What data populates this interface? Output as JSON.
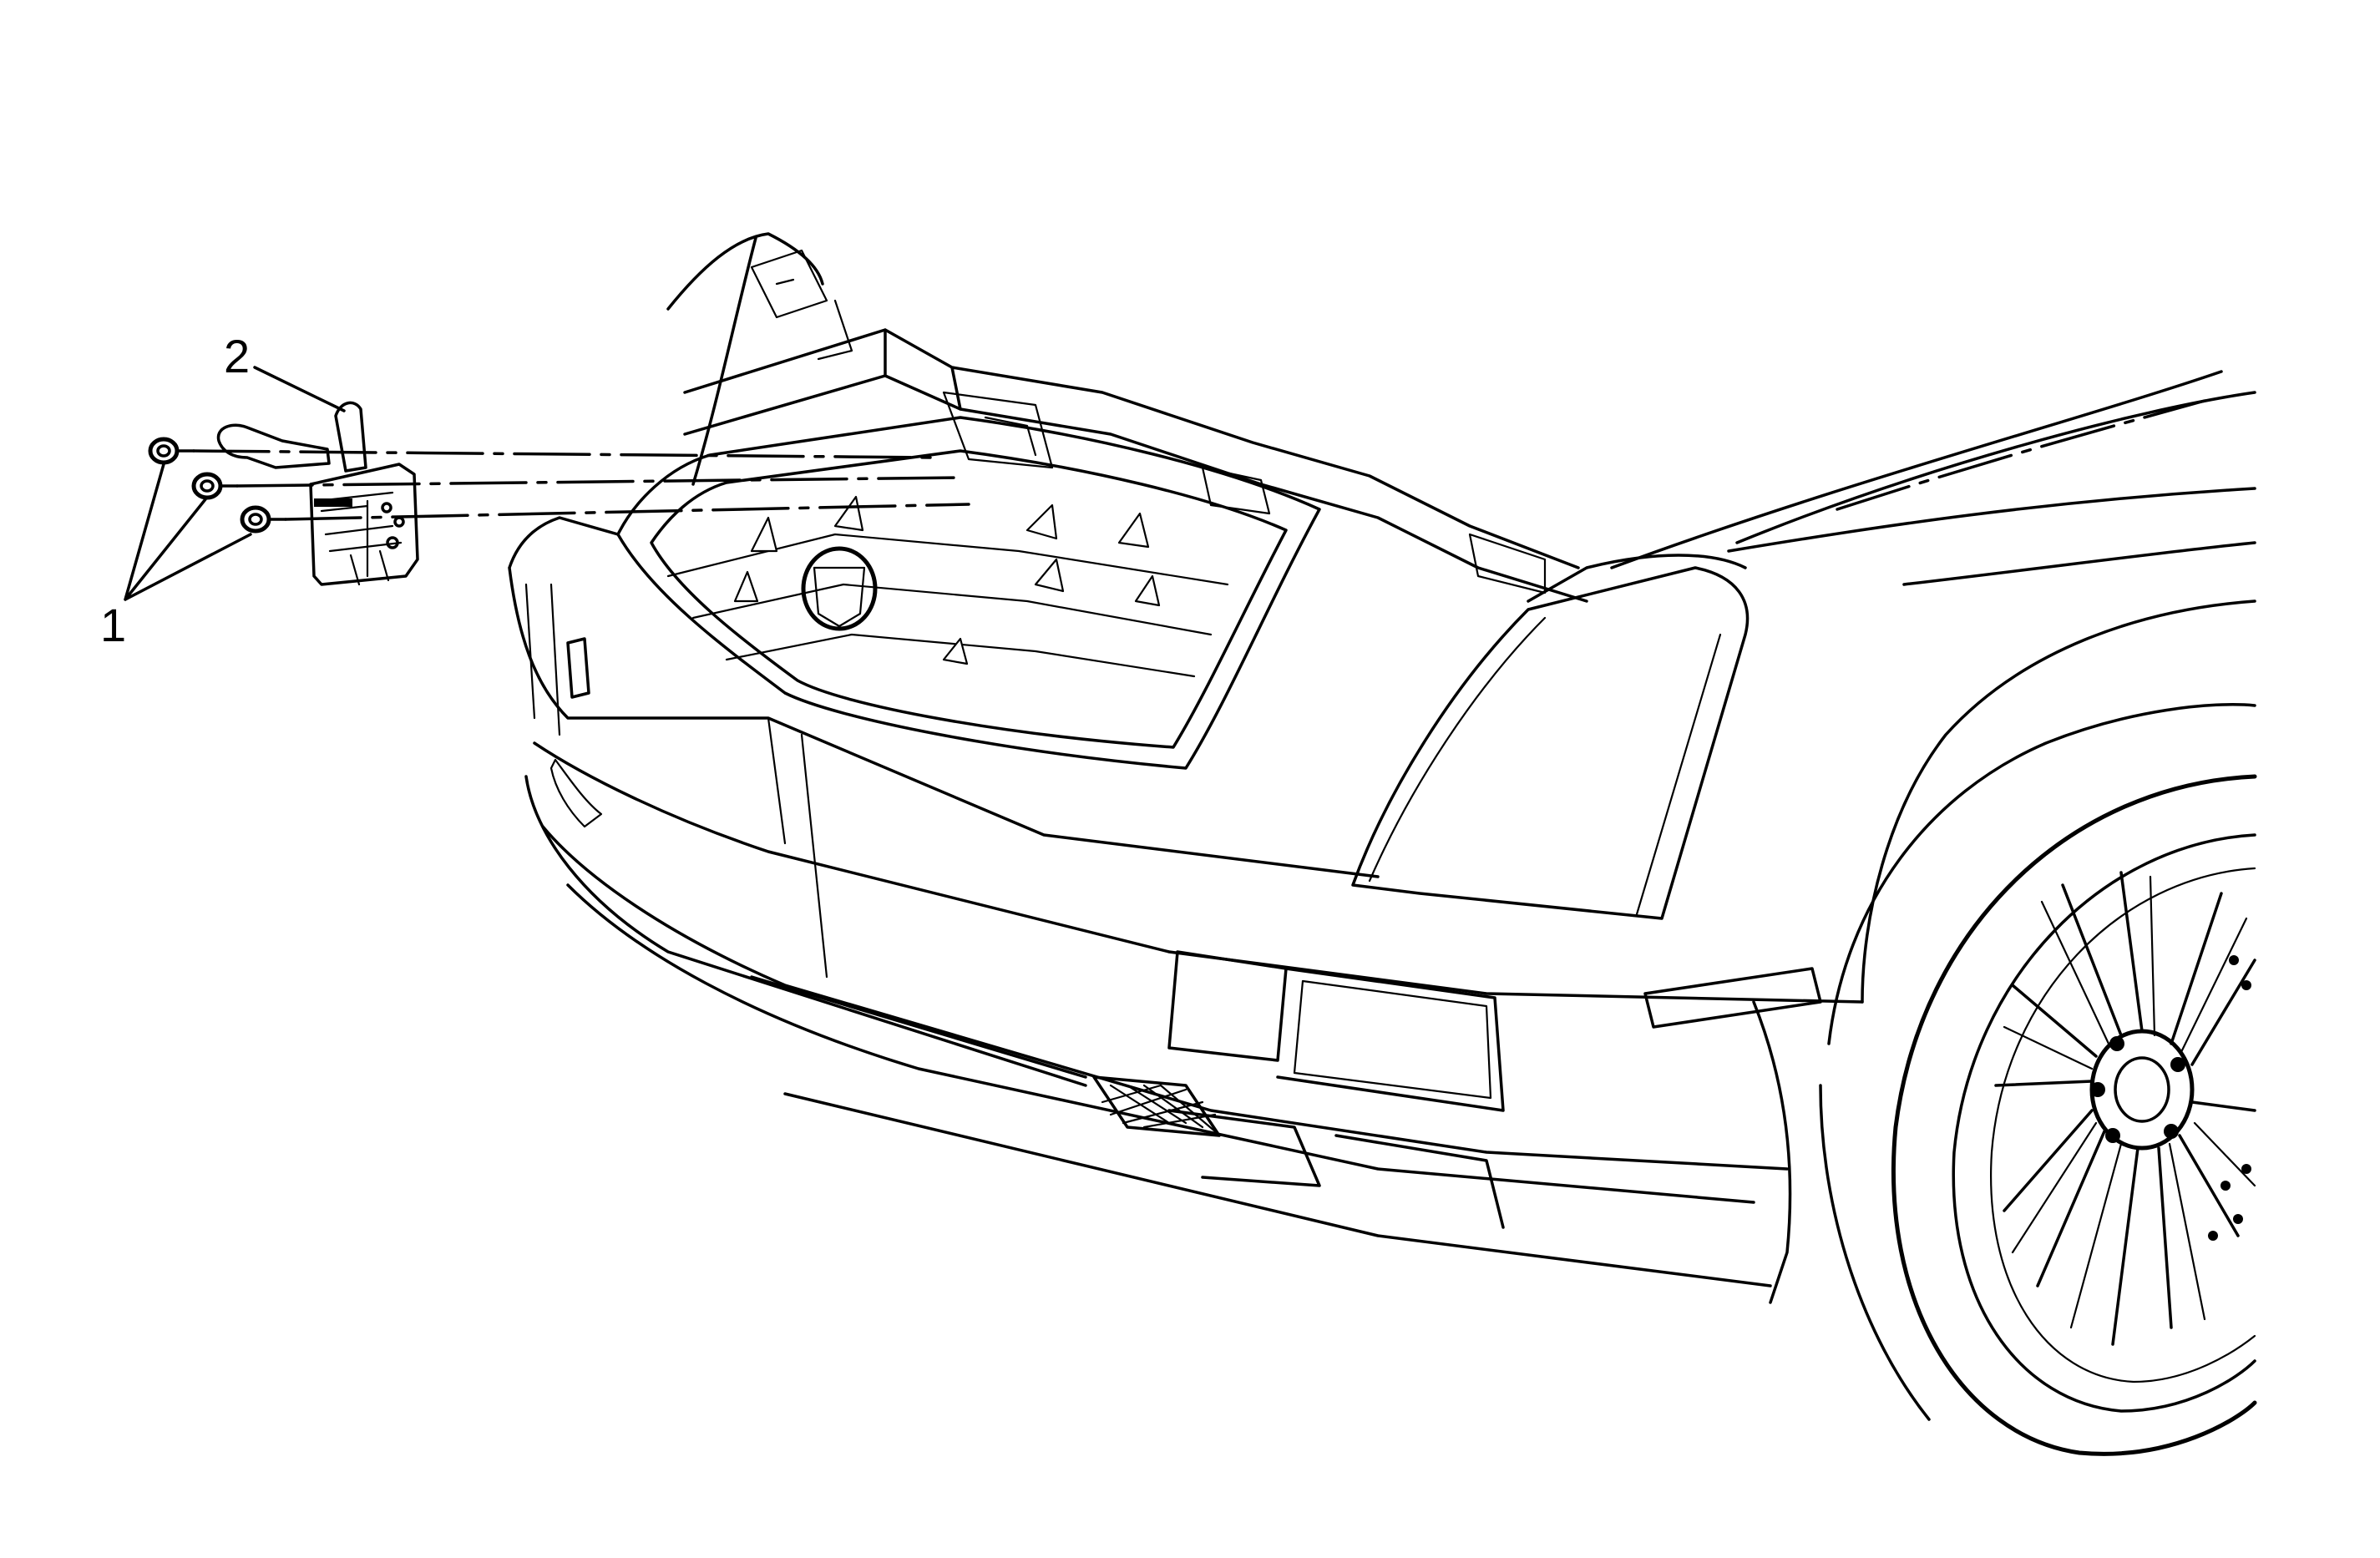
{
  "diagram": {
    "callouts": [
      {
        "id": "fasteners",
        "label": "1"
      },
      {
        "id": "latch",
        "label": "2"
      }
    ]
  }
}
